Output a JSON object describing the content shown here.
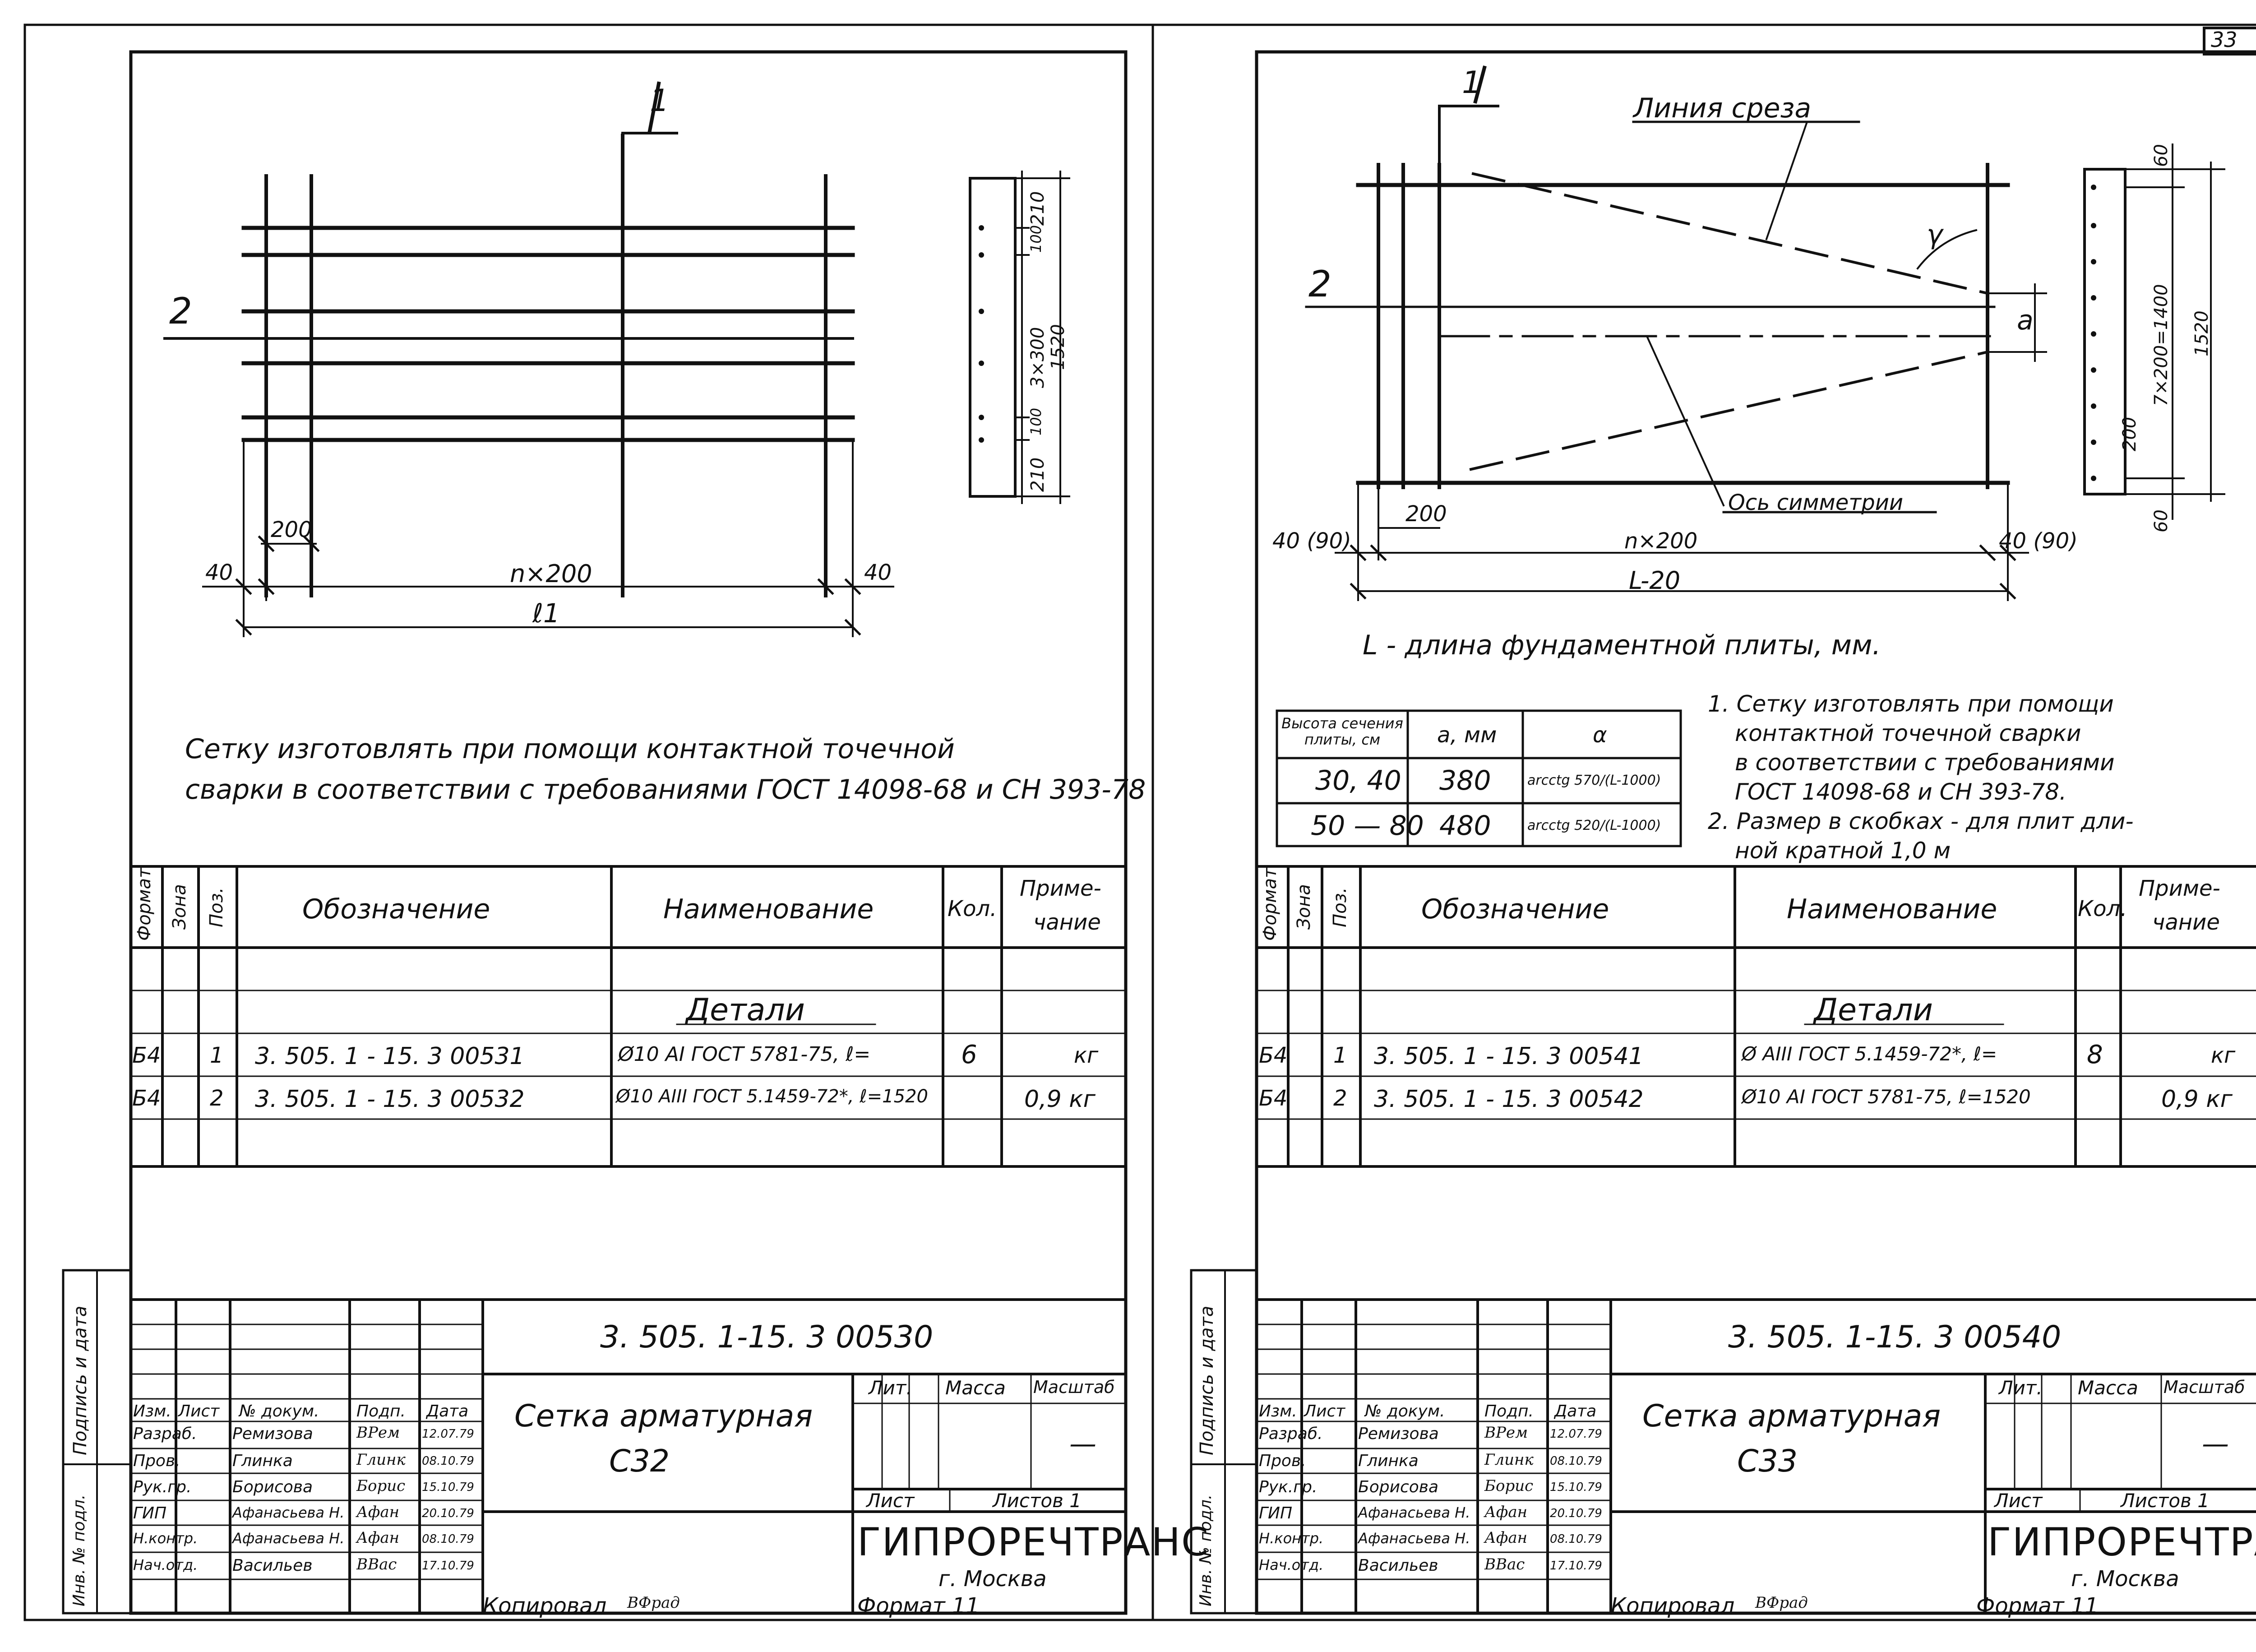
{
  "page_number": "33",
  "footer": {
    "copied_left": "Копировал",
    "copied_right": "Копировал",
    "copied_sig": "ВФрад",
    "format_left": "Формат 11",
    "format_right": "Формат 11"
  },
  "left": {
    "labels": {
      "pos1": "1",
      "pos2": "2"
    },
    "dims": {
      "d200": "200",
      "d40a": "40",
      "d40b": "40",
      "nx200": "n×200",
      "l1": "ℓ1",
      "r210a": "210",
      "r210b": "210",
      "r100a": "100",
      "r100b": "100",
      "r3x300": "3×300",
      "r1520": "1520"
    },
    "note1": "Сетку изготовлять при помощи контактной точечной",
    "note2": "сварки в соответствии с требованиями ГОСТ 14098-68 и СН 393-78",
    "spec": {
      "headers": {
        "format": "Формат",
        "zone": "Зона",
        "pos": "Поз.",
        "designation": "Обозначение",
        "name": "Наименование",
        "qty": "Кол.",
        "note1": "Приме-",
        "note2": "чание"
      },
      "section": "Детали",
      "rows": [
        {
          "format": "Б4",
          "pos": "1",
          "designation": "3. 505. 1 - 15. 3   00531",
          "name": "Ø10 AI ГОСТ 5781-75, ℓ=",
          "qty": "6",
          "note": "кг"
        },
        {
          "format": "Б4",
          "pos": "2",
          "designation": "3. 505. 1 - 15. 3   00532",
          "name": "Ø10 AIII ГОСТ 5.1459-72*, ℓ=1520",
          "qty": "",
          "note": "0,9 кг"
        }
      ]
    },
    "stamp": {
      "code": "3. 505. 1-15. 3   00530",
      "title1": "Сетка арматурная",
      "title2": "С32",
      "lit": "Лит.",
      "mass": "Масса",
      "scale": "Масштаб",
      "scale_val": "—",
      "sheet": "Лист",
      "sheets": "Листов 1",
      "org": "ГИПРОРЕЧТРАНС",
      "city": "г. Москва",
      "head": [
        "Изм.",
        "Лист",
        "№ докум.",
        "Подп.",
        "Дата"
      ],
      "people": [
        {
          "role": "Разраб.",
          "name": "Ремизова",
          "sig": "ВРем",
          "date": "12.07.79"
        },
        {
          "role": "Пров.",
          "name": "Глинка",
          "sig": "Глинк",
          "date": "08.10.79"
        },
        {
          "role": "Рук.гр.",
          "name": "Борисова",
          "sig": "Борис",
          "date": "15.10.79"
        },
        {
          "role": "ГИП",
          "name": "Афанасьева Н.",
          "sig": "Афан",
          "date": "20.10.79"
        },
        {
          "role": "Н.контр.",
          "name": "Афанасьева Н.",
          "sig": "Афан",
          "date": "08.10.79"
        },
        {
          "role": "Нач.отд.",
          "name": "Васильев",
          "sig": "ВВас",
          "date": "17.10.79"
        }
      ],
      "side1": "Подпись и дата",
      "side2": "Инв. № подл."
    }
  },
  "right": {
    "labels": {
      "pos1": "1",
      "pos2": "2",
      "cut": "Линия среза",
      "axis": "Ось симметрии",
      "gamma": "γ",
      "a": "a"
    },
    "dims": {
      "d200": "200",
      "d40L": "40 (90)",
      "d40R": "40 (90)",
      "nx200": "n×200",
      "L20": "L-20",
      "r60a": "60",
      "r60b": "60",
      "r7x200": "7×200=1400",
      "r1520": "1520",
      "r200": "200"
    },
    "caption": "L - длина фундаментной плиты, мм.",
    "table": {
      "h1": "Высота сечения плиты, см",
      "h2": "a, мм",
      "h3": "α",
      "rows": [
        {
          "h": "30, 40",
          "a": "380",
          "alpha": "arcctg 570/(L-1000)"
        },
        {
          "h": "50 — 80",
          "a": "480",
          "alpha": "arcctg 520/(L-1000)"
        }
      ]
    },
    "notes": [
      "1. Сетку изготовлять при помощи",
      "контактной точечной сварки",
      "в соответствии с требованиями",
      "ГОСТ 14098-68 и СН 393-78.",
      "2. Размер в скобках - для плит дли-",
      "ной кратной 1,0 м"
    ],
    "spec": {
      "headers": {
        "format": "Формат",
        "zone": "Зона",
        "pos": "Поз.",
        "designation": "Обозначение",
        "name": "Наименование",
        "qty": "Кол.",
        "note1": "Приме-",
        "note2": "чание"
      },
      "section": "Детали",
      "rows": [
        {
          "format": "Б4",
          "pos": "1",
          "designation": "3. 505. 1 - 15. 3   00541",
          "name": "Ø   AIII ГОСТ 5.1459-72*, ℓ=",
          "qty": "8",
          "note": "кг"
        },
        {
          "format": "Б4",
          "pos": "2",
          "designation": "3. 505. 1 - 15. 3   00542",
          "name": "Ø10 AI ГОСТ 5781-75, ℓ=1520",
          "qty": "",
          "note": "0,9 кг"
        }
      ]
    },
    "stamp": {
      "code": "3. 505. 1-15. 3   00540",
      "title1": "Сетка арматурная",
      "title2": "С33",
      "lit": "Лит.",
      "mass": "Масса",
      "scale": "Масштаб",
      "scale_val": "—",
      "sheet": "Лист",
      "sheets": "Листов 1",
      "org": "ГИПРОРЕЧТРАНС",
      "city": "г. Москва",
      "head": [
        "Изм.",
        "Лист",
        "№ докум.",
        "Подп.",
        "Дата"
      ],
      "people": [
        {
          "role": "Разраб.",
          "name": "Ремизова",
          "sig": "ВРем",
          "date": "12.07.79"
        },
        {
          "role": "Пров.",
          "name": "Глинка",
          "sig": "Глинк",
          "date": "08.10.79"
        },
        {
          "role": "Рук.гр.",
          "name": "Борисова",
          "sig": "Борис",
          "date": "15.10.79"
        },
        {
          "role": "ГИП",
          "name": "Афанасьева Н.",
          "sig": "Афан",
          "date": "20.10.79"
        },
        {
          "role": "Н.контр.",
          "name": "Афанасьева Н.",
          "sig": "Афан",
          "date": "08.10.79"
        },
        {
          "role": "Нач.отд.",
          "name": "Васильев",
          "sig": "ВВас",
          "date": "17.10.79"
        }
      ],
      "side1": "Подпись и дата",
      "side2": "Инв. № подл."
    }
  }
}
